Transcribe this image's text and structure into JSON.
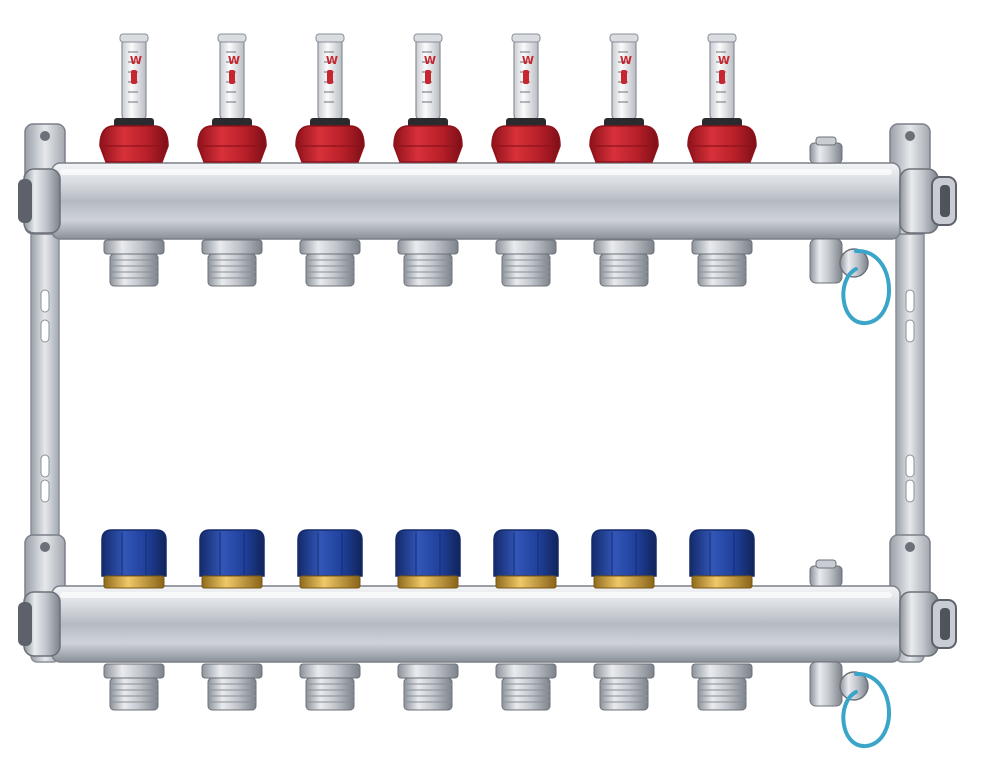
{
  "image": {
    "subject": "heating-manifold",
    "colors": {
      "background": "#ffffff",
      "steel_light": "#e8eaee",
      "steel_mid": "#b7bcc4",
      "steel_dark": "#7b8089",
      "flow_cap_red": "#c8262f",
      "flow_cap_red_dark": "#8e121b",
      "valve_cap_blue": "#1f3f9a",
      "valve_cap_blue_dark": "#142a6b",
      "brass": "#d0a13b",
      "drain_loop": "#3aa5c8"
    },
    "supply_bar": {
      "flowmeter_count": 7
    },
    "return_bar": {
      "valve_cap_count": 7
    },
    "flowmeter_mark": "W"
  }
}
